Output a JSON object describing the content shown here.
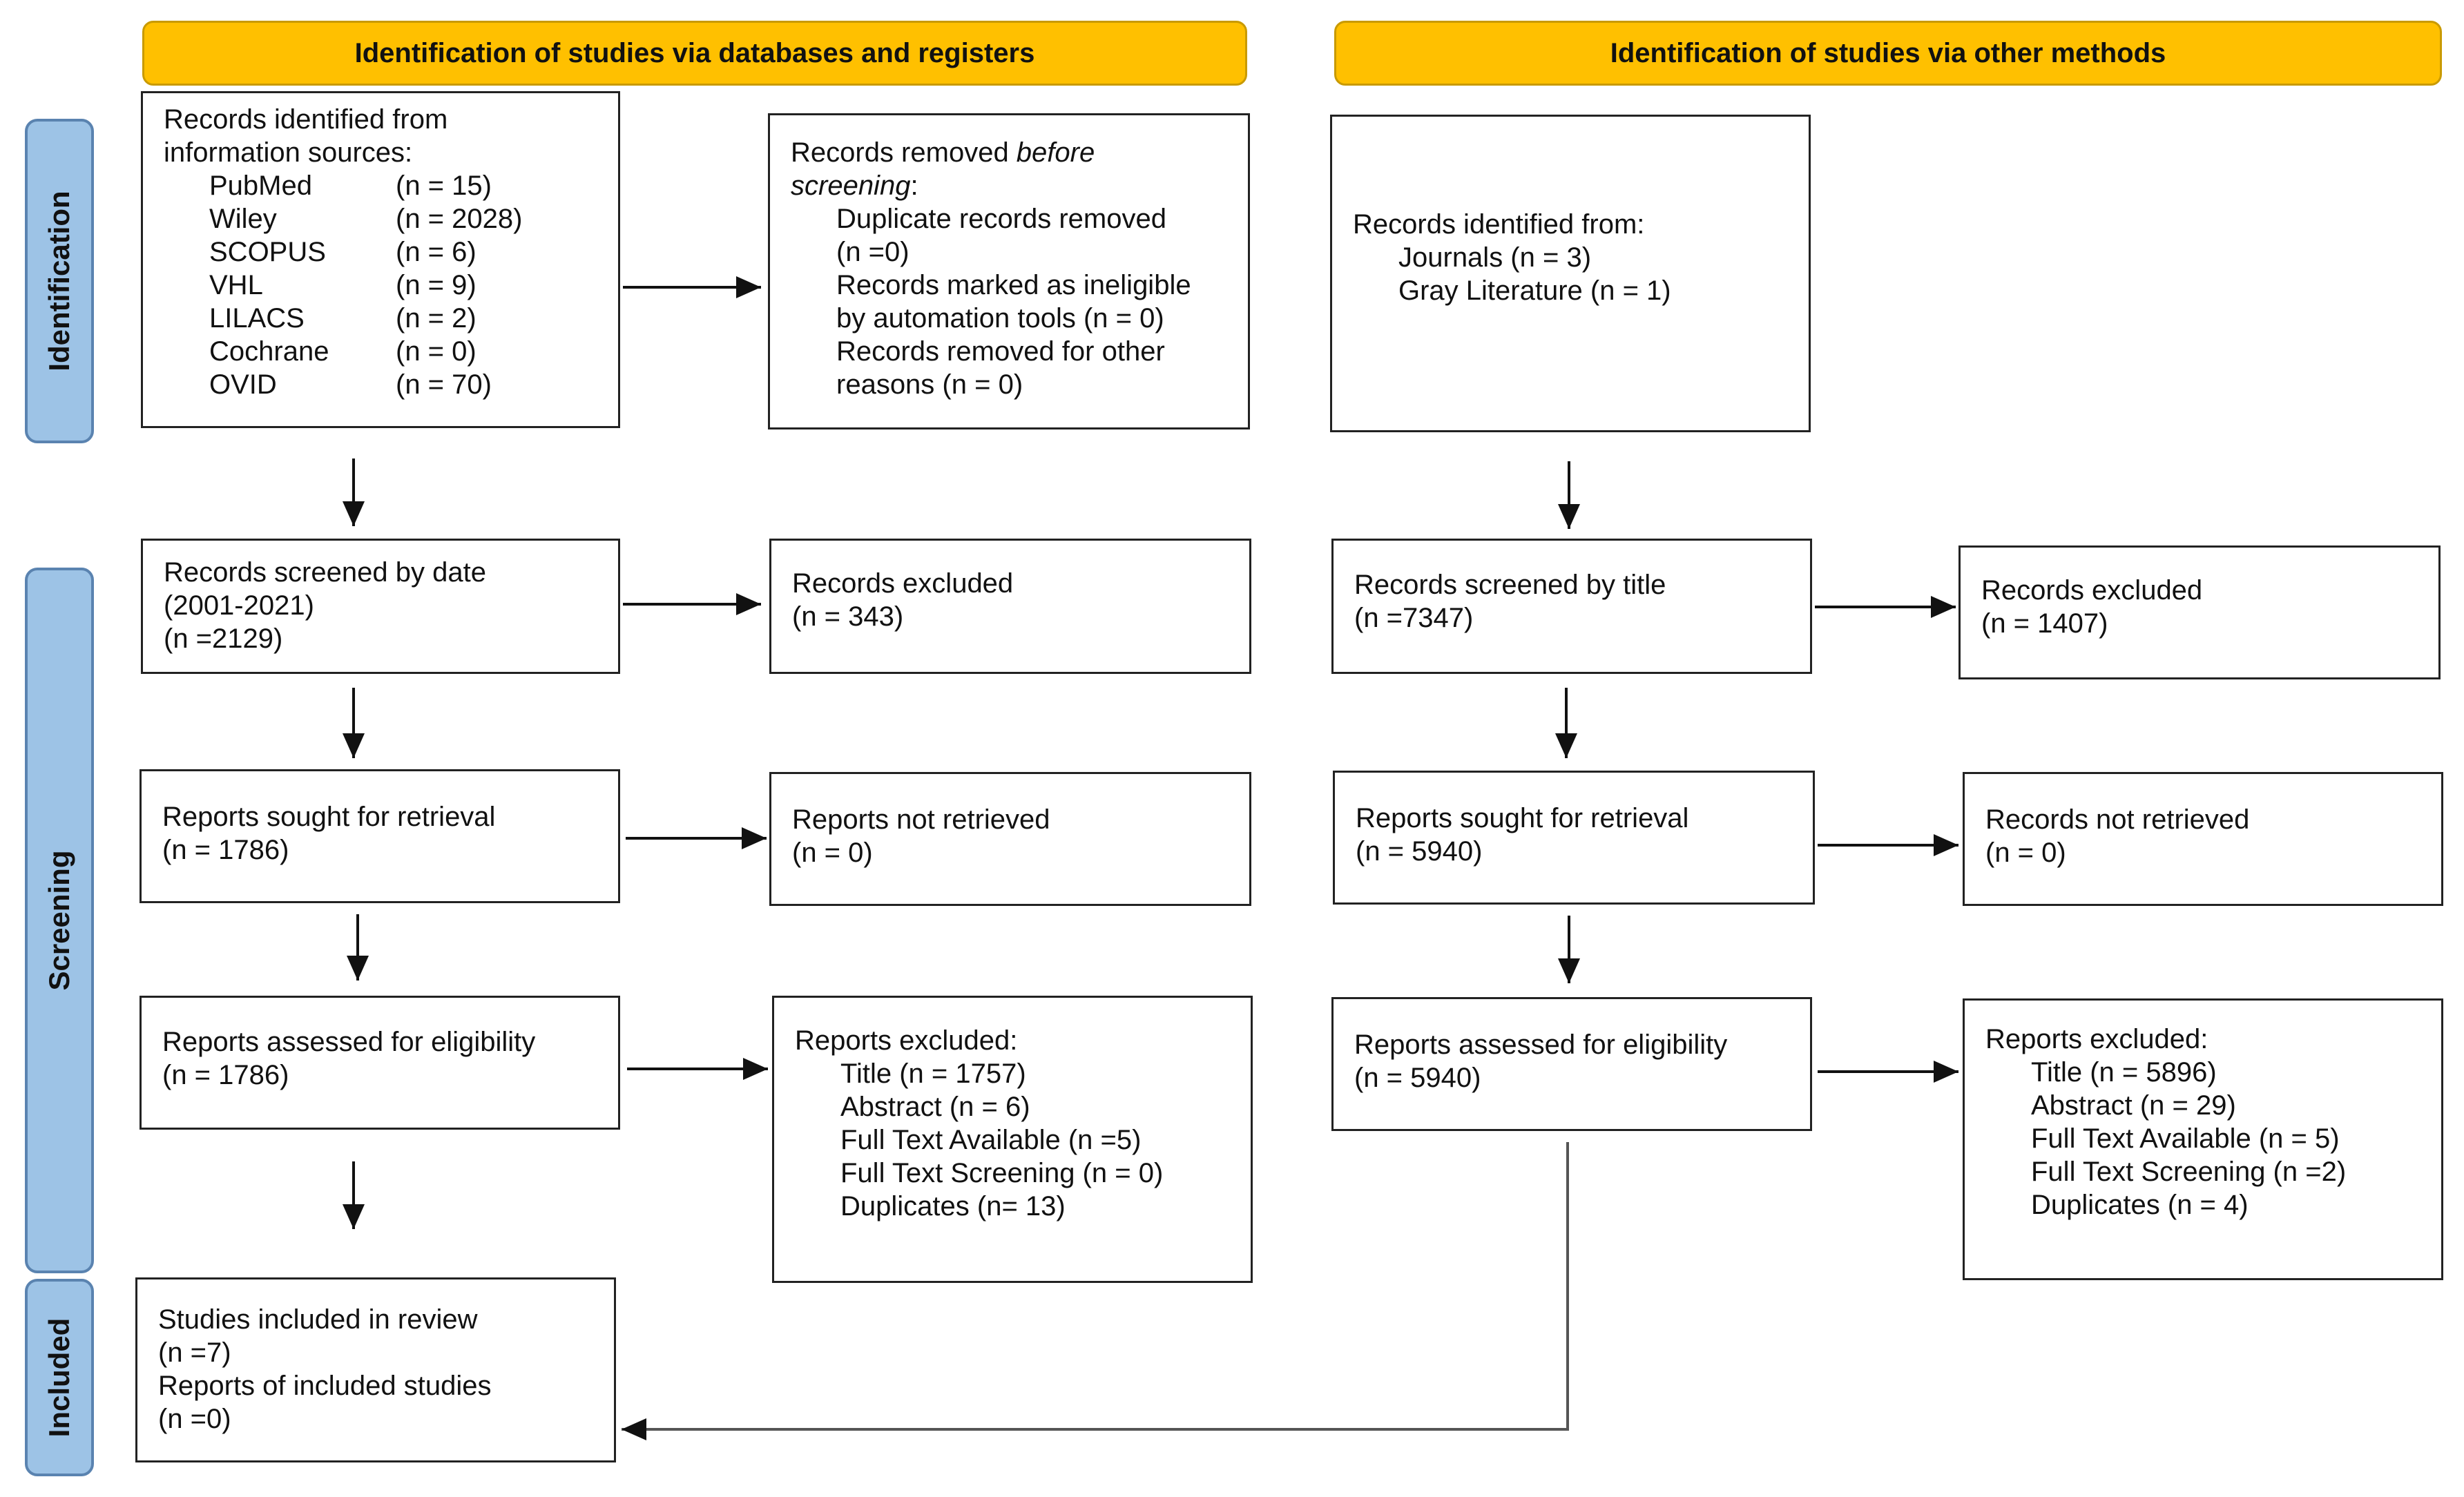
{
  "headers": {
    "databases": "Identification of studies via databases and registers",
    "other": "Identification of studies via other methods"
  },
  "phases": {
    "identification": "Identification",
    "screening": "Screening",
    "included": "Included"
  },
  "left": {
    "identified": {
      "title_l1": "Records identified from",
      "title_l2": "information sources:",
      "sources": [
        {
          "name": "PubMed",
          "n": "(n = 15)"
        },
        {
          "name": "Wiley",
          "n": "(n = 2028)"
        },
        {
          "name": "SCOPUS",
          "n": "(n = 6)"
        },
        {
          "name": "VHL",
          "n": "(n = 9)"
        },
        {
          "name": "LILACS",
          "n": "(n = 2)"
        },
        {
          "name": "Cochrane",
          "n": "(n = 0)"
        },
        {
          "name": "OVID",
          "n": "(n = 70)"
        }
      ]
    },
    "removed": {
      "title_pre": "Records removed ",
      "title_em1": "before",
      "title_em2": "screening",
      "title_post": ":",
      "lines": [
        "Duplicate records removed",
        "(n =0)",
        "Records marked as ineligible",
        "by automation tools (n = 0)",
        "Records removed for other",
        "reasons (n = 0)"
      ]
    },
    "screened": {
      "lines": [
        "Records screened by date",
        "(2001-2021)",
        "(n =2129)"
      ]
    },
    "excluded": {
      "lines": [
        "Records excluded",
        "(n = 343)"
      ]
    },
    "sought": {
      "lines": [
        "Reports sought for retrieval",
        "(n = 1786)"
      ]
    },
    "not_retrieved": {
      "lines": [
        "Reports not retrieved",
        "(n = 0)"
      ]
    },
    "assessed": {
      "lines": [
        "Reports assessed for eligibility",
        "(n = 1786)"
      ]
    },
    "reports_excluded": {
      "title": "Reports excluded:",
      "items": [
        "Title (n = 1757)",
        "Abstract (n = 6)",
        "Full Text Available (n =5)",
        "Full Text Screening (n = 0)",
        "Duplicates (n= 13)"
      ]
    },
    "included": {
      "lines": [
        "Studies included in review",
        "(n =7)",
        "Reports of included studies",
        "(n =0)"
      ]
    }
  },
  "right": {
    "identified": {
      "title": "Records identified from:",
      "items": [
        "Journals (n = 3)",
        "Gray Literature (n = 1)"
      ]
    },
    "screened": {
      "lines": [
        "Records screened by title",
        "(n =7347)"
      ]
    },
    "excluded": {
      "lines": [
        "Records excluded",
        "(n = 1407)"
      ]
    },
    "sought": {
      "lines": [
        "Reports sought for retrieval",
        "(n = 5940)"
      ]
    },
    "not_retrieved": {
      "lines": [
        "Records not retrieved",
        "(n = 0)"
      ]
    },
    "assessed": {
      "lines": [
        "Reports assessed for eligibility",
        "(n = 5940)"
      ]
    },
    "reports_excluded": {
      "title": "Reports excluded:",
      "items": [
        "Title (n = 5896)",
        "Abstract (n = 29)",
        "Full Text Available (n = 5)",
        "Full Text Screening (n =2)",
        "Duplicates (n = 4)"
      ]
    }
  }
}
